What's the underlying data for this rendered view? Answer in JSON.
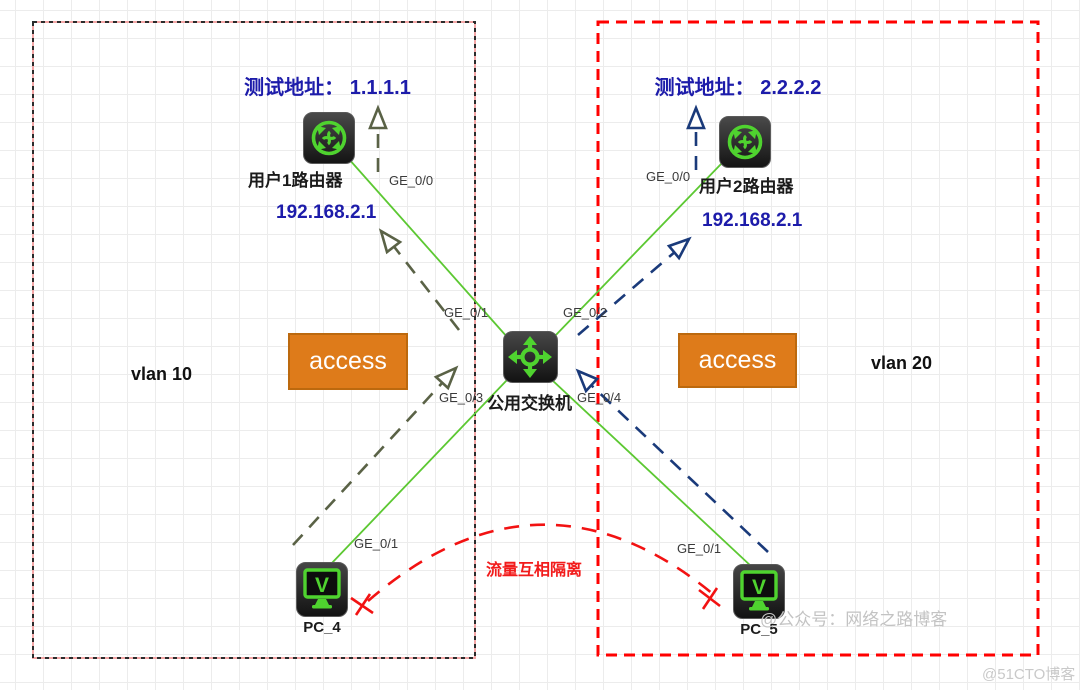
{
  "left_zone": {
    "test_address": "测试地址： 1.1.1.1",
    "vlan_label": "vlan 10",
    "access_label": "access",
    "router_name": "用户1路由器",
    "router_wan_port": "GE_0/0",
    "router_lan_ip": "192.168.2.1",
    "pc_name": "PC_4",
    "pc_port": "GE_0/1"
  },
  "right_zone": {
    "test_address": "测试地址： 2.2.2.2",
    "vlan_label": "vlan 20",
    "access_label": "access",
    "router_name": "用户2路由器",
    "router_wan_port": "GE_0/0",
    "router_lan_ip": "192.168.2.1",
    "pc_name": "PC_5",
    "pc_port": "GE_0/1"
  },
  "switch": {
    "name": "公用交换机",
    "port_to_router1": "GE_0/1",
    "port_to_router2": "GE_0/2",
    "port_to_pc4": "GE_0/3",
    "port_to_pc5": "GE_0/4"
  },
  "annotations": {
    "isolation_note": "流量互相隔离"
  },
  "watermarks": {
    "wechat": "@公众号：网络之路博客",
    "blog": "@51CTO博客"
  },
  "icons": {
    "router": "crossed-arrows-router-icon",
    "switch": "four-way-arrows-switch-icon",
    "pc": "monitor-v-pc-icon"
  },
  "colors": {
    "accent_blue": "#1d1caa",
    "link_green": "#5cc832",
    "flow_left_olive": "#5a6246",
    "flow_right_navy": "#1a3a7a",
    "isolation_red": "#f21b1b",
    "access_orange": "#de7b1a",
    "vlan20_border": "#ff0000",
    "vlan10_border": "#2b2b2b",
    "icon_green": "#4fd32f",
    "icon_background": "#1f1f1f"
  }
}
